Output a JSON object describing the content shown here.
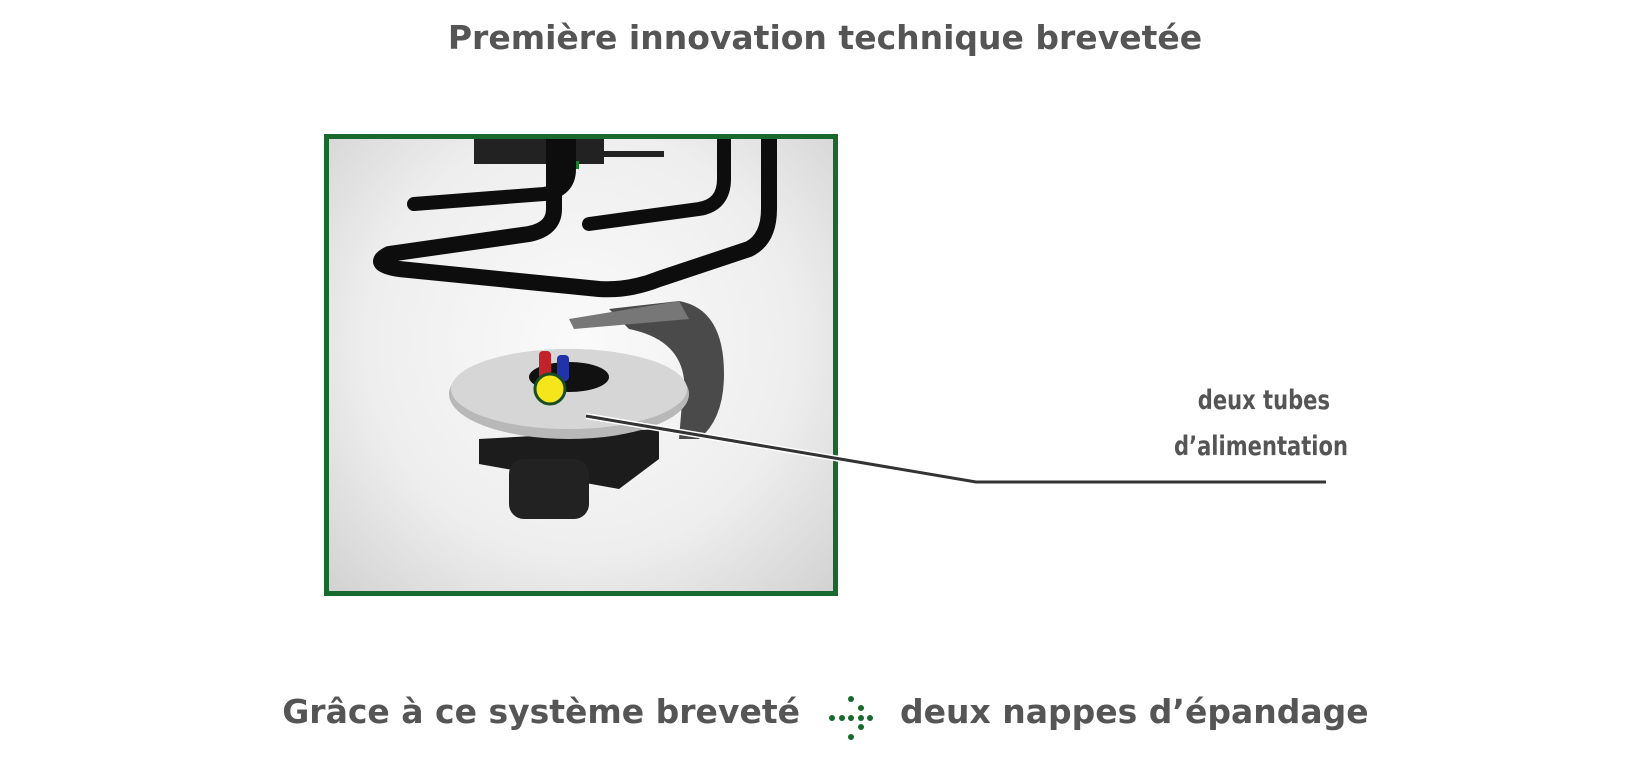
{
  "header": {
    "title": "Première innovation technique brevetée"
  },
  "figure": {
    "callout_line1": "deux tubes",
    "callout_line2": "d’alimentation",
    "frame_color": "#17692e",
    "marker_color": "#f5e51b"
  },
  "footer": {
    "left_text": "Grâce à ce système breveté",
    "arrow_icon": "dotted-arrow-right-icon",
    "right_text": "deux nappes d’épandage",
    "accent": "#17692e"
  }
}
